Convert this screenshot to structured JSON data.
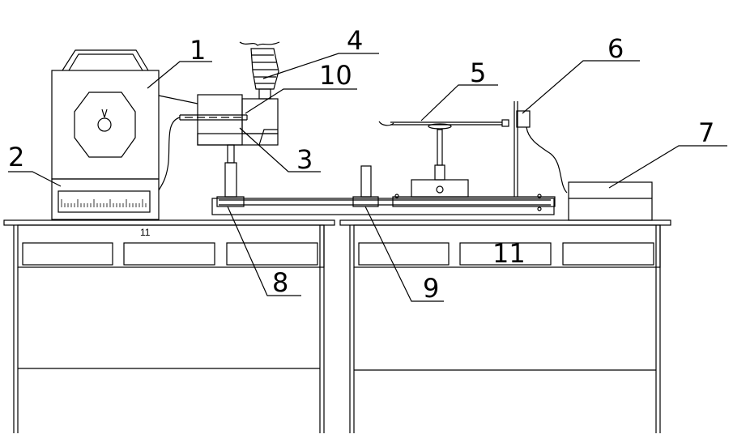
{
  "labels": {
    "n1": "1",
    "n2": "2",
    "n3": "3",
    "n4": "4",
    "n5": "5",
    "n6": "6",
    "n7": "7",
    "n8": "8",
    "n9": "9",
    "n10": "10",
    "n11a": "11",
    "n11b": "11"
  },
  "colors": {
    "stroke": "#000000",
    "background": "#ffffff"
  }
}
